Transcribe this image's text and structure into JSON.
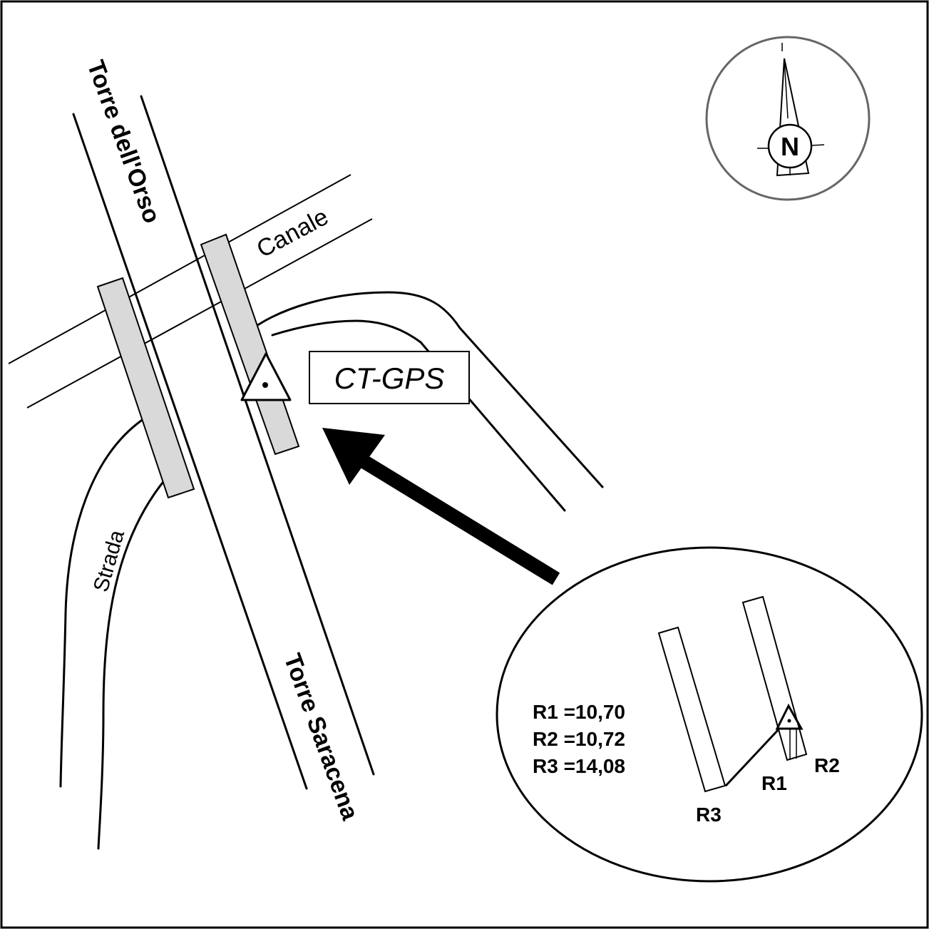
{
  "roads": {
    "main_north": "Torre dell'Orso",
    "main_south": "Torre Saracena",
    "canal": "Canale",
    "side_road": "Strada"
  },
  "station": {
    "label": "CT-GPS"
  },
  "compass": {
    "letter": "N"
  },
  "inset": {
    "measurements": [
      "R1 =10,70",
      "R2 =10,72",
      "R3 =14,08"
    ],
    "refs": {
      "r1": "R1",
      "r2": "R2",
      "r3": "R3"
    }
  }
}
